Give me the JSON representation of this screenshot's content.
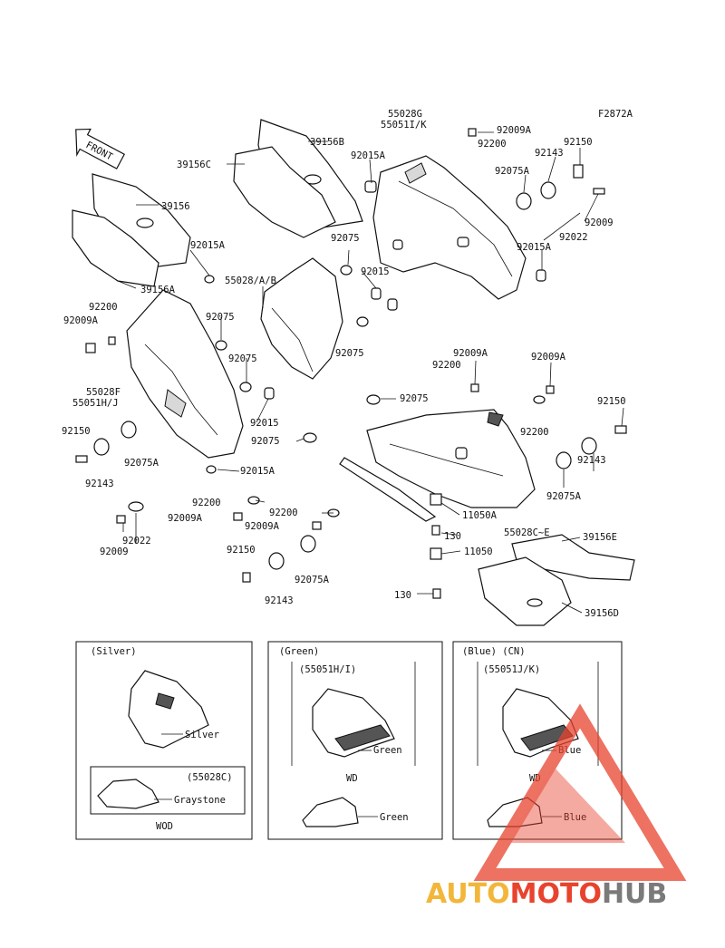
{
  "figure_code": "F2872A",
  "front_arrow": "FRONT",
  "callouts": {
    "c39156B": "39156B",
    "c39156C": "39156C",
    "c39156": "39156",
    "c39156A": "39156A",
    "c55028G": "55028G",
    "c55051IK": "55051I/K",
    "c92009A_top": "92009A",
    "c92200_top": "92200",
    "c92015A_1": "92015A",
    "c92143_top": "92143",
    "c92150_top": "92150",
    "c92075A_top": "92075A",
    "c92009_top": "92009",
    "c92022_top": "92022",
    "c92015A_2": "92015A",
    "c92015A_3": "92015A",
    "c92075_1": "92075",
    "c92015_1": "92015",
    "c55028AB": "55028/A/B",
    "c92075_2": "92075",
    "c92075_3": "92075",
    "c92075_4": "92075",
    "c92200_left": "92200",
    "c92009A_left": "92009A",
    "c92015_2": "92015",
    "c55028F": "55028F",
    "c55051HJ": "55051H/J",
    "c92075_5": "92075",
    "c92150_left": "92150",
    "c92075A_left": "92075A",
    "c92143_left": "92143",
    "c92015A_4": "92015A",
    "c92009A_mid": "92009A",
    "c92200_mid": "92200",
    "c92075_mid": "92075",
    "c92009A_right": "92009A",
    "c92200_right": "92200",
    "c92150_right": "92150",
    "c92143_right": "92143",
    "c92075A_right": "92075A",
    "c92200_bl": "92200",
    "c92009A_bl": "92009A",
    "c92022_left": "92022",
    "c92009_left": "92009",
    "c92200_bm": "92200",
    "c92009A_bm": "92009A",
    "c11050A": "11050A",
    "c55028CE": "55028C~E",
    "c130_1": "130",
    "c11050": "11050",
    "c39156E": "39156E",
    "c92150_bot": "92150",
    "c92075A_bot": "92075A",
    "c92143_bot": "92143",
    "c130_2": "130",
    "c39156D": "39156D"
  },
  "panels": {
    "silver": {
      "title": "(Silver)",
      "color_label": "Silver",
      "sub_box_code": "(55028C)",
      "sub_color_label": "Graystone",
      "footer": "WOD"
    },
    "green": {
      "title": "(Green)",
      "part_code": "(55051H/I)",
      "color_label": "Green",
      "mid_label": "WD",
      "lower_color_label": "Green"
    },
    "blue": {
      "title": "(Blue)  (CN)",
      "part_code": "(55051J/K)",
      "color_label": "Blue",
      "mid_label": "WD",
      "lower_color_label": "Blue"
    }
  },
  "watermark": {
    "part1": "AUTO",
    "part2": "MOTO",
    "part3": "HUB",
    "color_orange": "#f2b63a",
    "color_red": "#e8432e",
    "color_gray": "#7a7a7a"
  }
}
